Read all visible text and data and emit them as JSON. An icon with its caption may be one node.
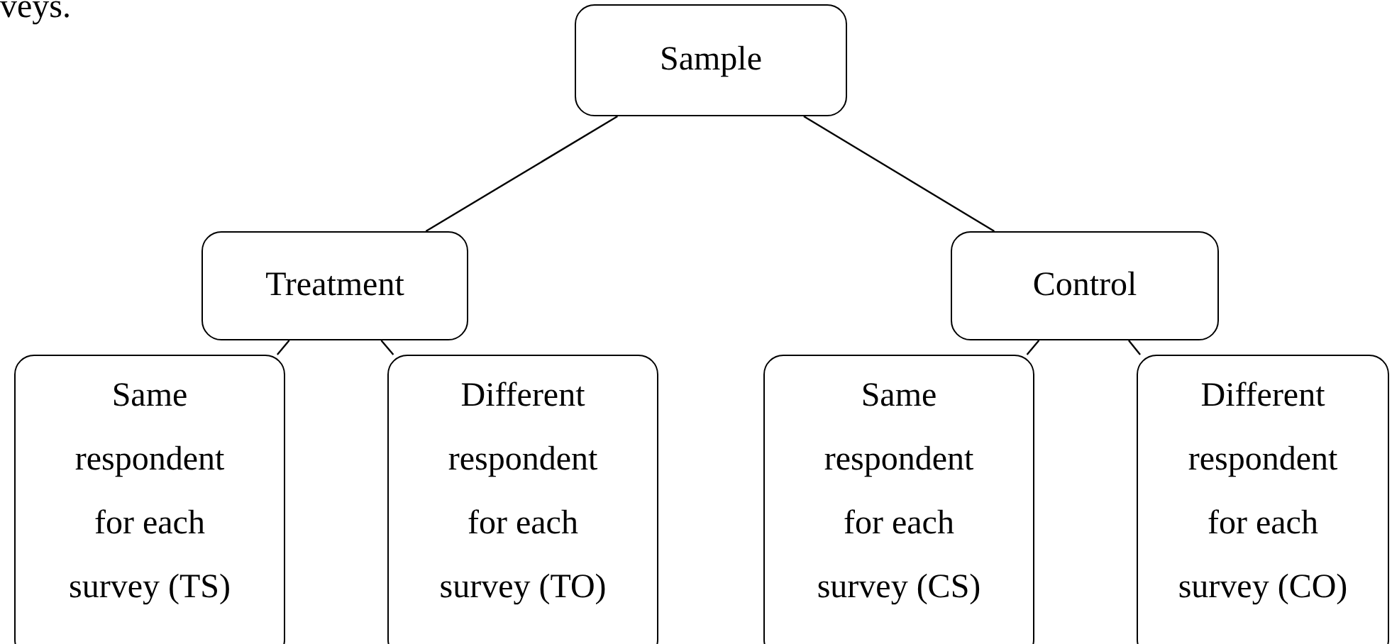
{
  "diagram": {
    "nodes": [
      {
        "text": [
          "Sample"
        ]
      },
      {
        "text": [
          "Treatment"
        ]
      },
      {
        "text": [
          "Control"
        ]
      },
      {
        "text": [
          "Same respondent for each survey (TS)"
        ]
      },
      {
        "text": [
          "Different respondent for each survey (TO)"
        ]
      },
      {
        "text": [
          "Same respondent for each survey (CS)"
        ]
      },
      {
        "text": [
          "Different respondent for each survey (CO)"
        ]
      }
    ],
    "edges": [
      {
        "from": 0,
        "to": 1,
        "arrow": "none"
      },
      {
        "from": 0,
        "to": 2,
        "arrow": "none"
      },
      {
        "from": 1,
        "to": 3,
        "arrow": "none"
      },
      {
        "from": 1,
        "to": 4,
        "arrow": "none"
      },
      {
        "from": 2,
        "to": 5,
        "arrow": "none"
      },
      {
        "from": 2,
        "to": 6,
        "arrow": "none"
      }
    ],
    "labels": [
      "veys."
    ]
  }
}
